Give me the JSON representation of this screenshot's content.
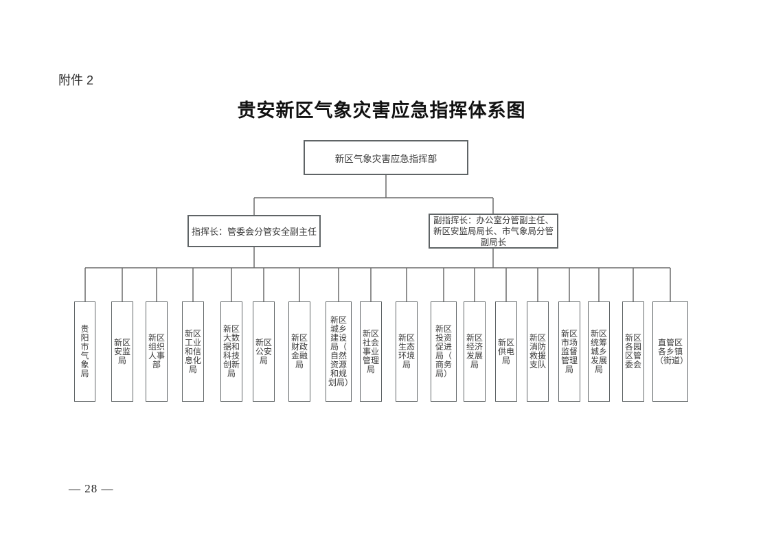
{
  "page": {
    "attachment_label": "附件 2",
    "title": "贵安新区气象灾害应急指挥体系图",
    "page_number": "— 28 —"
  },
  "org": {
    "root": {
      "label": "新区气象灾害应急指挥部"
    },
    "commander": {
      "label": "指挥长：管委会分管安全副主任"
    },
    "deputy_commander": {
      "label": "副指挥长：办公室分管副主任、新区安监局局长、市气象局分管副局长"
    },
    "departments": [
      {
        "label": "贵阳市气象局"
      },
      {
        "label": "新区安监局"
      },
      {
        "label": "新区组织人事部"
      },
      {
        "label": "新区工业和信息化局"
      },
      {
        "label": "新区大数据和科技创新局"
      },
      {
        "label": "新区公安局"
      },
      {
        "label": "新区财政金融局"
      },
      {
        "label": "新区城乡建设局（自然资源和规划局）"
      },
      {
        "label": "新区社会事业管理局"
      },
      {
        "label": "新区生态环境局"
      },
      {
        "label": "新区投资促进局（商务局）"
      },
      {
        "label": "新区经济发展局"
      },
      {
        "label": "新区供电局"
      },
      {
        "label": "新区消防救援支队"
      },
      {
        "label": "新区市场监督管理局"
      },
      {
        "label": "新区统筹城乡发展局"
      },
      {
        "label": "新区各园区管委会"
      },
      {
        "label": "直管区各乡镇（街道）"
      }
    ]
  },
  "colors": {
    "line": "#6b6b6b",
    "border": "#5f6466",
    "text": "#3a3a3a",
    "background": "#ffffff"
  }
}
